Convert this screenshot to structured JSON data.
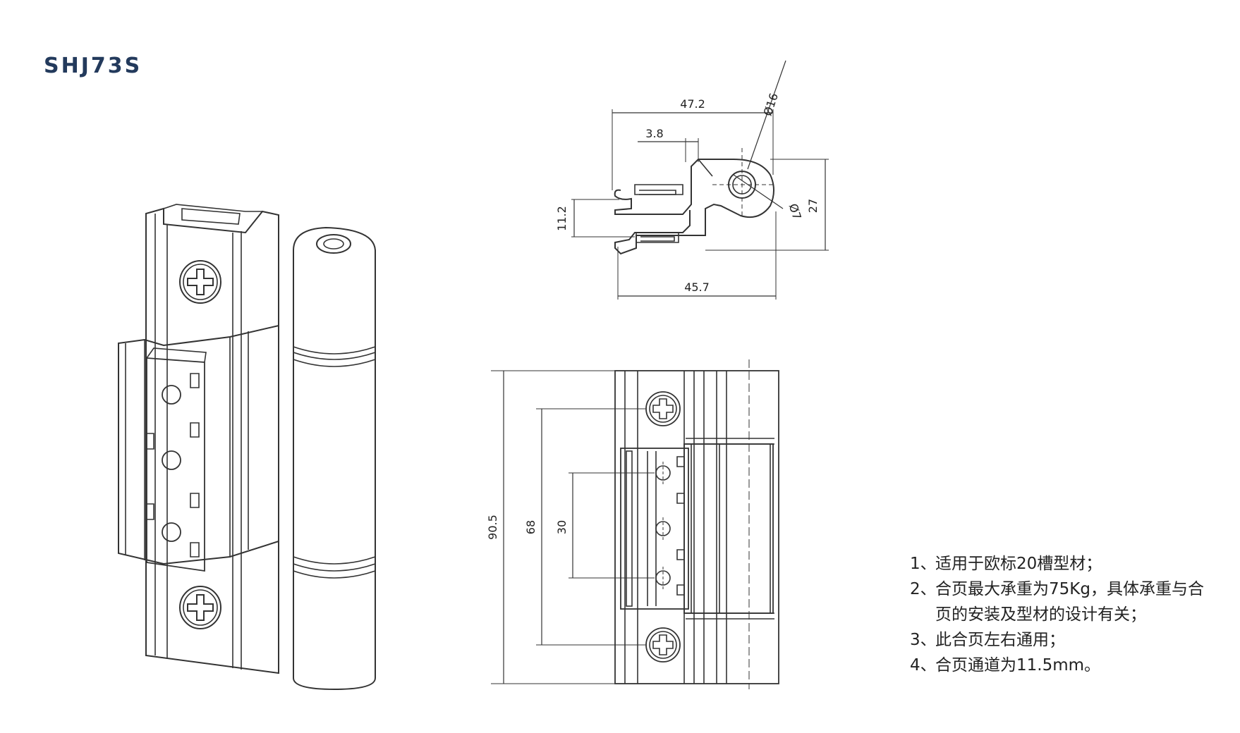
{
  "title": "SHJ73S",
  "dimensions": {
    "top_width": "47.2",
    "slot_width": "3.8",
    "pin_diameter": "Ø16",
    "bore_diameter": "Ø7",
    "profile_height": "27",
    "channel_height": "11.2",
    "bottom_width": "45.7",
    "overall_length": "90.5",
    "screw_spacing": "68",
    "hole_spacing": "30"
  },
  "notes": [
    {
      "num": "1、",
      "text": "适用于欧标20槽型材；"
    },
    {
      "num": "2、",
      "text": "合页最大承重为75Kg，具体承重与合页的安装及型材的设计有关；"
    },
    {
      "num": "3、",
      "text": "此合页左右通用；"
    },
    {
      "num": "4、",
      "text": "合页通道为11.5mm。"
    }
  ]
}
